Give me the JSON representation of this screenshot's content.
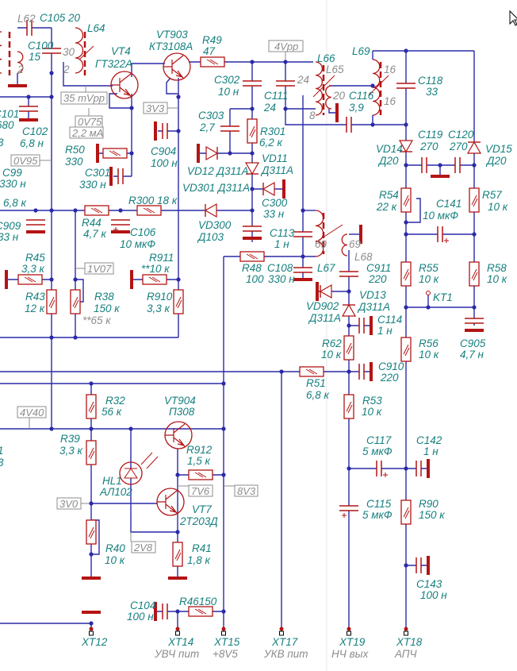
{
  "colors": {
    "wire": "#2a2aa8",
    "component": "#b41414",
    "label": "#17807f",
    "annotation": "#8c8c8c"
  },
  "components": {
    "L62": {
      "ref": "L62"
    },
    "C105": {
      "ref": "C105",
      "value": "20"
    },
    "C100": {
      "ref": "C100",
      "value": "15"
    },
    "L64": {
      "ref": "L64"
    },
    "VT4": {
      "ref": "VT4",
      "value": "ГТ322А"
    },
    "VT903": {
      "ref": "VT903",
      "value": "КТ3108А"
    },
    "R49": {
      "ref": "R49",
      "value": "47"
    },
    "L66": {
      "ref": "L66"
    },
    "L65": {
      "ref": "L65"
    },
    "L69": {
      "ref": "L69"
    },
    "C118": {
      "ref": "C118",
      "value": "33"
    },
    "C302": {
      "ref": "C302",
      "value": "10 н"
    },
    "C111": {
      "ref": "C111",
      "value": "24"
    },
    "C116": {
      "ref": "C116",
      "value": "3,9"
    },
    "C303": {
      "ref": "C303",
      "value": "2,7"
    },
    "R301": {
      "ref": "R301",
      "value": "6,2 к"
    },
    "C101": {
      "ref": "C101",
      "value": "680"
    },
    "C102": {
      "ref": "C102",
      "value": "6,8 н"
    },
    "R50": {
      "ref": "R50",
      "value": "330"
    },
    "C301": {
      "ref": "C301",
      "value": "330 н"
    },
    "C904": {
      "ref": "C904",
      "value": "100 н"
    },
    "C99": {
      "ref": "C99",
      "value": "330 н"
    },
    "VD12": {
      "ref": "VD12",
      "value": "Д311А"
    },
    "VD11": {
      "ref": "VD11",
      "value": "Д311А"
    },
    "VD301": {
      "ref": "VD301",
      "value": "Д311А"
    },
    "C119": {
      "ref": "C119",
      "value": "270"
    },
    "C120": {
      "ref": "C120",
      "value": "270"
    },
    "VD14": {
      "ref": "VD14",
      "value": "Д20"
    },
    "VD15": {
      "ref": "VD15",
      "value": "Д20"
    },
    "C909": {
      "ref": "C909",
      "value": "33 н"
    },
    "R44": {
      "ref": "R44",
      "value": "4,7 к"
    },
    "C106": {
      "ref": "C106",
      "value": "10 мкФ"
    },
    "R300": {
      "ref": "R300",
      "value": "18 к"
    },
    "VD300": {
      "ref": "VD300",
      "value": "Д103"
    },
    "C300": {
      "ref": "C300",
      "value": "33 н"
    },
    "R54": {
      "ref": "R54",
      "value": "22 к"
    },
    "C141": {
      "ref": "C141",
      "value": "10 мкФ"
    },
    "R57": {
      "ref": "R57",
      "value": "10 к"
    },
    "C113": {
      "ref": "C113",
      "value": "1 н"
    },
    "L68": {
      "ref": "L68"
    },
    "L67": {
      "ref": "L67"
    },
    "R48": {
      "ref": "R48",
      "value": "100"
    },
    "C108": {
      "ref": "C108",
      "value": "330 н"
    },
    "C911": {
      "ref": "C911",
      "value": "220"
    },
    "R55": {
      "ref": "R55",
      "value": "10 к"
    },
    "R58": {
      "ref": "R58",
      "value": "10 к"
    },
    "KT1": {
      "ref": "KT1"
    },
    "VD902": {
      "ref": "VD902",
      "value": "Д311А"
    },
    "VD13": {
      "ref": "VD13",
      "value": "Д311А"
    },
    "C114": {
      "ref": "C114",
      "value": "1 н"
    },
    "C905": {
      "ref": "C905",
      "value": "4,7 н"
    },
    "R62": {
      "ref": "R62",
      "value": "10 к"
    },
    "R56": {
      "ref": "R56",
      "value": "10 к"
    },
    "C910": {
      "ref": "C910",
      "value": "220"
    },
    "R51": {
      "ref": "R51",
      "value": "6,8 к"
    },
    "R53": {
      "ref": "R53",
      "value": "10 к"
    },
    "R45": {
      "ref": "R45",
      "value": "3,3 к"
    },
    "R43": {
      "ref": "R43",
      "value": "12 к"
    },
    "R38": {
      "ref": "R38",
      "value": "150 к",
      "note": "**65 к"
    },
    "R911": {
      "ref": "R911",
      "value": "**10 к"
    },
    "R910": {
      "ref": "R910",
      "value": "3,3 к"
    },
    "R32": {
      "ref": "R32",
      "value": "56 к"
    },
    "VT904": {
      "ref": "VT904",
      "value": "П308"
    },
    "R39": {
      "ref": "R39",
      "value": "3,3 к"
    },
    "R912": {
      "ref": "R912",
      "value": "1,5 к"
    },
    "HL1": {
      "ref": "HL1",
      "value": "АЛ102"
    },
    "VT7": {
      "ref": "VT7",
      "value": "2Т203Д"
    },
    "R40": {
      "ref": "R40",
      "value": "10 к"
    },
    "R41": {
      "ref": "R41",
      "value": "1,8 к"
    },
    "C104": {
      "ref": "C104",
      "value": "100 н"
    },
    "R46": {
      "ref": "R46",
      "value": "150"
    },
    "C117": {
      "ref": "C117",
      "value": "5 мкФ"
    },
    "C142": {
      "ref": "C142",
      "value": "1 н"
    },
    "C115": {
      "ref": "C115",
      "value": "5 мкФ"
    },
    "R90": {
      "ref": "R90",
      "value": "150 к"
    },
    "C143": {
      "ref": "C143",
      "value": "100 н"
    }
  },
  "partial_labels": {
    "left_6_8k": "6,8 к",
    "left_3_a": "3",
    "left_1": "1",
    "left_3_b": "3"
  },
  "windings": {
    "L62": "2",
    "L64_tap": "30",
    "L64": "2",
    "L66": "24",
    "L66_tap": "8",
    "L65": "20",
    "L69_a": "16",
    "L69_b": "16",
    "L67": "69",
    "L68": "69"
  },
  "test_tags": {
    "amp": "35 mVpp",
    "vt4_e": "0V75",
    "vt4_i": "2,2 мА",
    "v3v3": "3V3",
    "v0v95": "0V95",
    "vpp4": "4Vpp",
    "v1v07": "1V07",
    "v4v40": "4V40",
    "v7v6": "7V6",
    "v8v3": "8V3",
    "v3v0": "3V0",
    "v2v8": "2V8"
  },
  "connectors": [
    {
      "ref": "XT12",
      "name": ""
    },
    {
      "ref": "XT14",
      "name": "УВЧ пит"
    },
    {
      "ref": "XT15",
      "name": "+8V5"
    },
    {
      "ref": "XT17",
      "name": "УКВ пит"
    },
    {
      "ref": "XT19",
      "name": "НЧ вых"
    },
    {
      "ref": "XT18",
      "name": "АПЧ"
    }
  ]
}
